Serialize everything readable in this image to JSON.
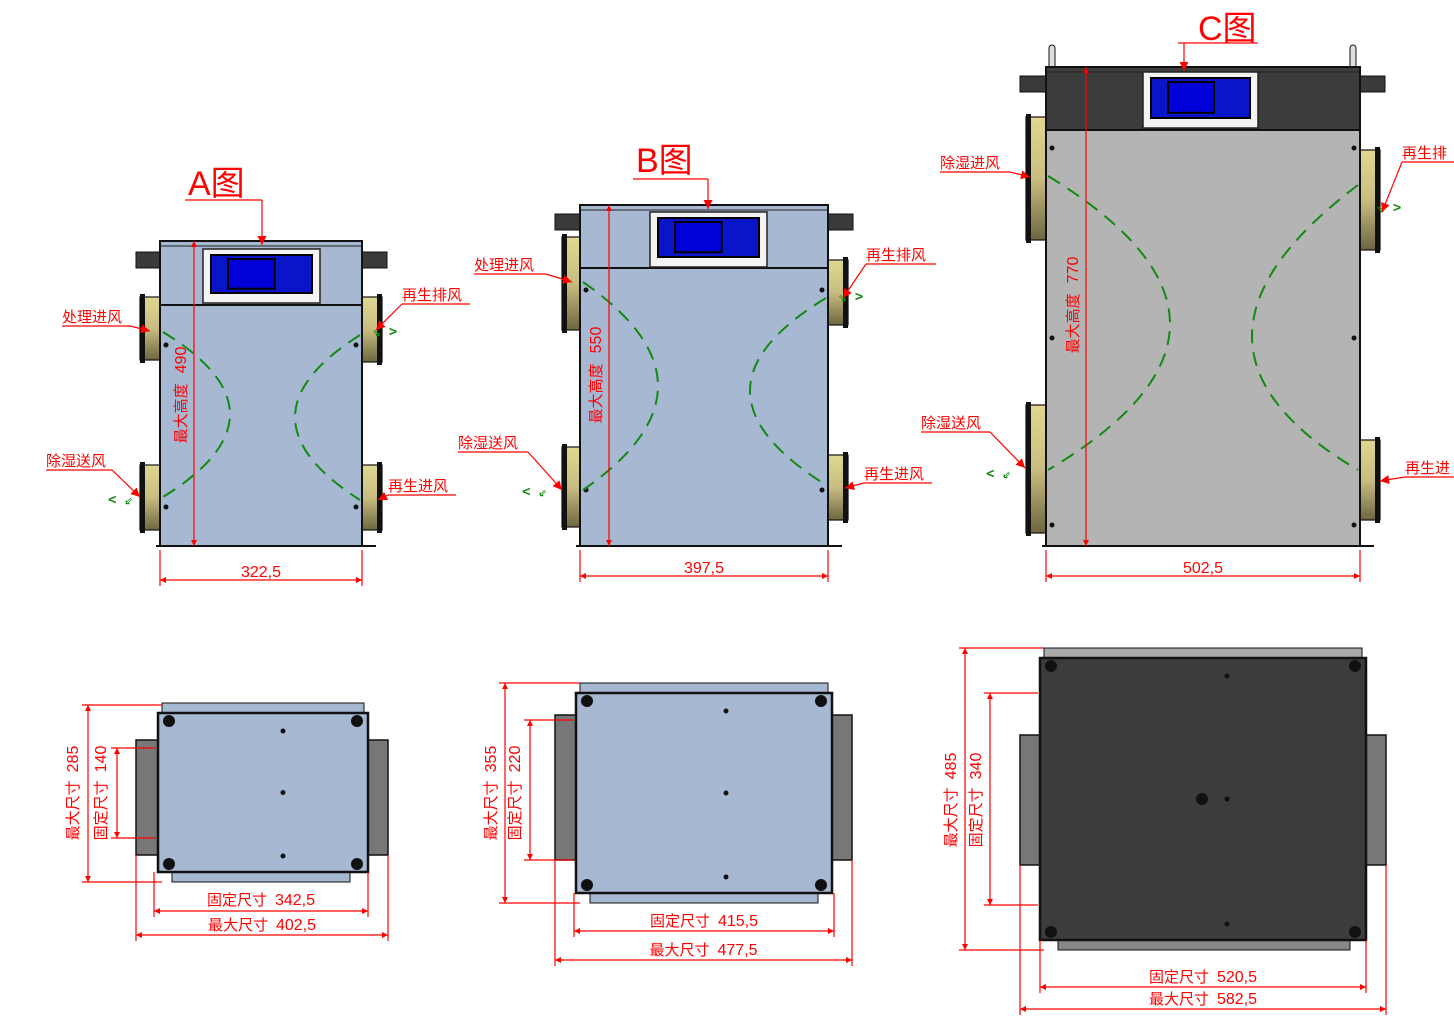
{
  "colors": {
    "annotation": "#ff0000",
    "airflow": "#128a12",
    "body_blue": "#a7b8d3",
    "body_gray": "#b4b4b4",
    "body_dark": "#3c3c3c",
    "screen": "#0a14c8",
    "duct": "#c9c08a"
  },
  "views": {
    "a": {
      "title": "A图",
      "height_label": "最大高度",
      "height": "490",
      "width": "322,5",
      "labels": {
        "top_left": "处理进风",
        "bottom_left": "除湿送风",
        "top_right": "再生排风",
        "bottom_right": "再生进风"
      },
      "bottom": {
        "max_depth_label": "最大尺寸",
        "max_depth": "285",
        "fixed_depth_label": "固定尺寸",
        "fixed_depth": "140",
        "fixed_width_label": "固定尺寸",
        "fixed_width": "342,5",
        "max_width_label": "最大尺寸",
        "max_width": "402,5"
      }
    },
    "b": {
      "title": "B图",
      "height_label": "最大高度",
      "height": "550",
      "width": "397,5",
      "labels": {
        "top_left": "处理进风",
        "bottom_left": "除湿送风",
        "top_right": "再生排风",
        "bottom_right": "再生进风"
      },
      "bottom": {
        "max_depth_label": "最大尺寸",
        "max_depth": "355",
        "fixed_depth_label": "固定尺寸",
        "fixed_depth": "220",
        "fixed_width_label": "固定尺寸",
        "fixed_width": "415,5",
        "max_width_label": "最大尺寸",
        "max_width": "477,5"
      }
    },
    "c": {
      "title": "C图",
      "height_label": "最大高度",
      "height": "770",
      "width": "502,5",
      "labels": {
        "top_left": "除湿进风",
        "bottom_left": "除湿送风",
        "top_right": "再生排",
        "bottom_right": "再生进"
      },
      "bottom": {
        "max_depth_label": "最大尺寸",
        "max_depth": "485",
        "fixed_depth_label": "固定尺寸",
        "fixed_depth": "340",
        "fixed_width_label": "固定尺寸",
        "fixed_width": "520,5",
        "max_width_label": "最大尺寸",
        "max_width": "582,5"
      }
    }
  }
}
